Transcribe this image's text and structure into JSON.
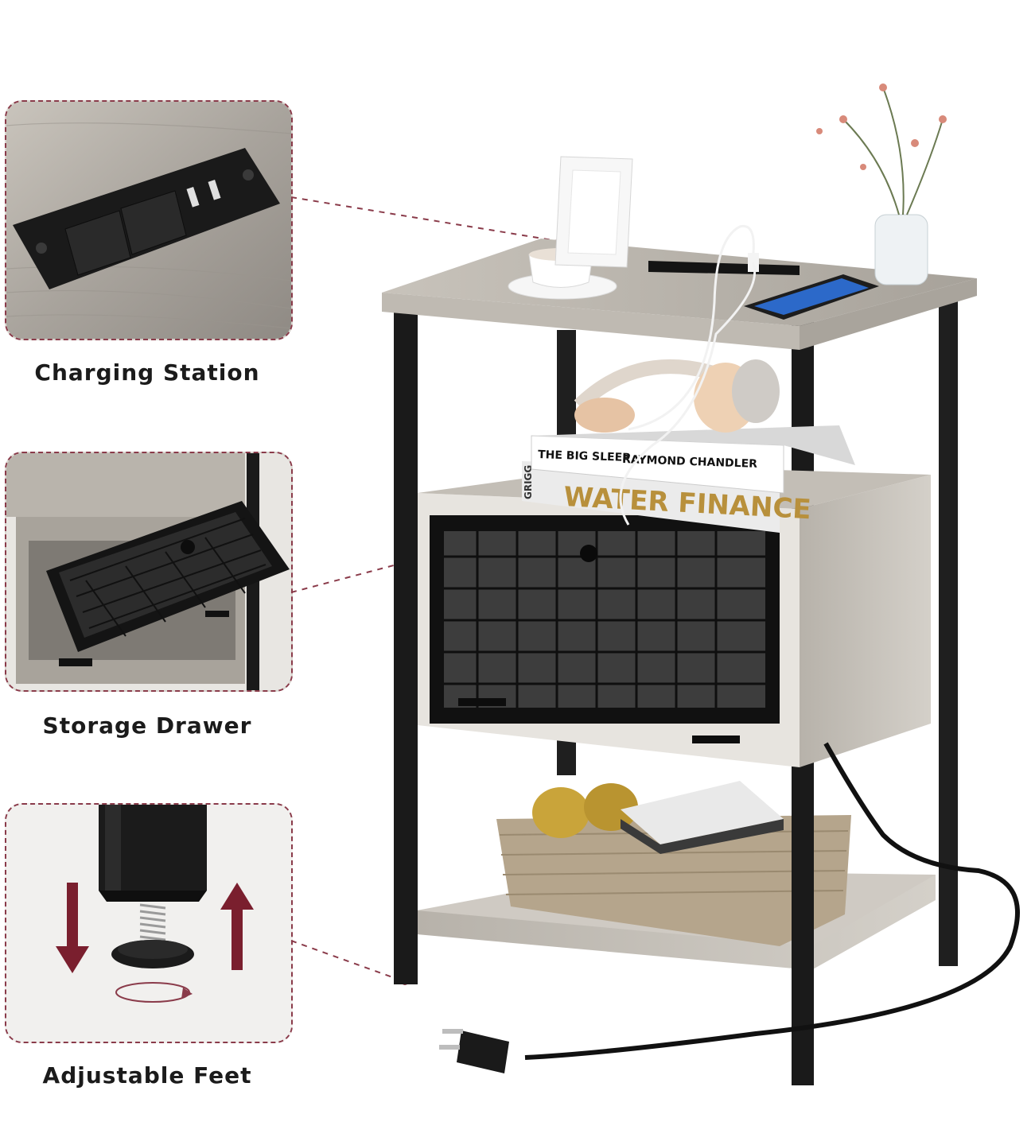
{
  "callouts": {
    "charging_label": "Charging Station",
    "drawer_label": "Storage Drawer",
    "feet_label": "Adjustable Feet"
  },
  "books": {
    "top_title": "THE BIG SLEEP",
    "top_author": "RAYMOND CHANDLER",
    "bottom_title": "WATER FINANCE",
    "bottom_spine_word": "GRIGG"
  },
  "colors": {
    "accent": "#8a3b4a",
    "frame": "#1a1a1a",
    "wood": "#bdb8b0"
  }
}
